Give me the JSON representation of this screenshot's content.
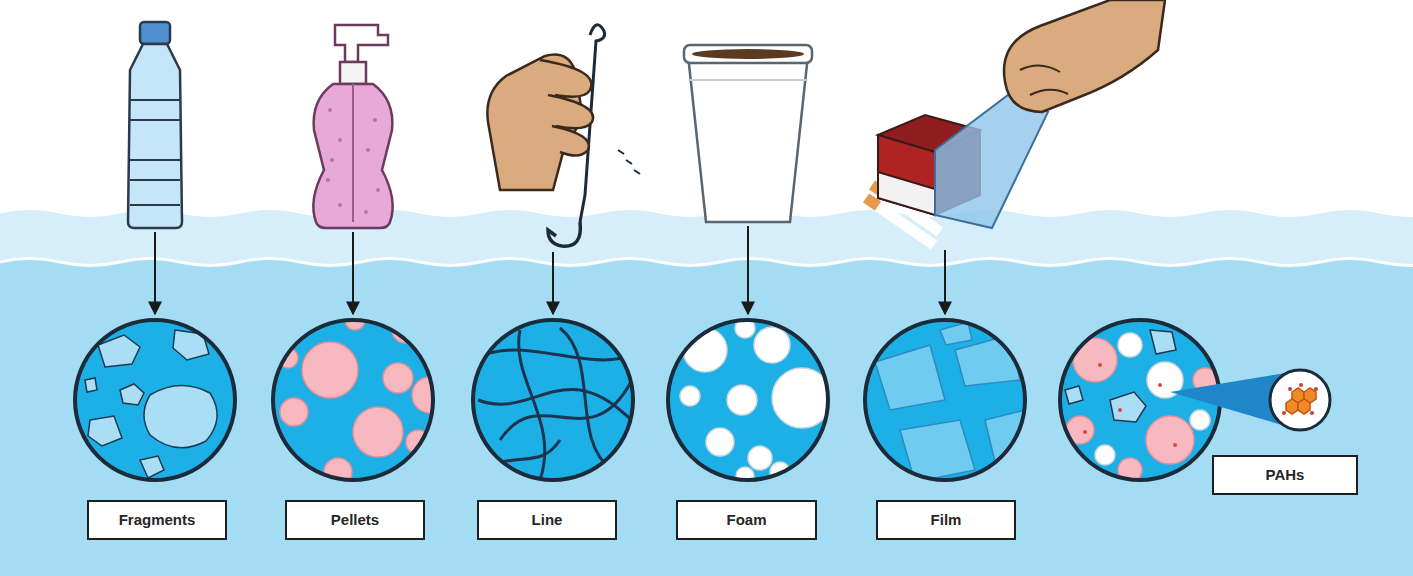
{
  "diagram": {
    "nodes": [
      {
        "text": [
          "Fragments"
        ]
      },
      {
        "text": [
          "Pellets"
        ]
      },
      {
        "text": [
          "Line"
        ]
      },
      {
        "text": [
          "Foam"
        ]
      },
      {
        "text": [
          "Film"
        ]
      },
      {
        "text": [
          "PAHs"
        ]
      }
    ]
  }
}
